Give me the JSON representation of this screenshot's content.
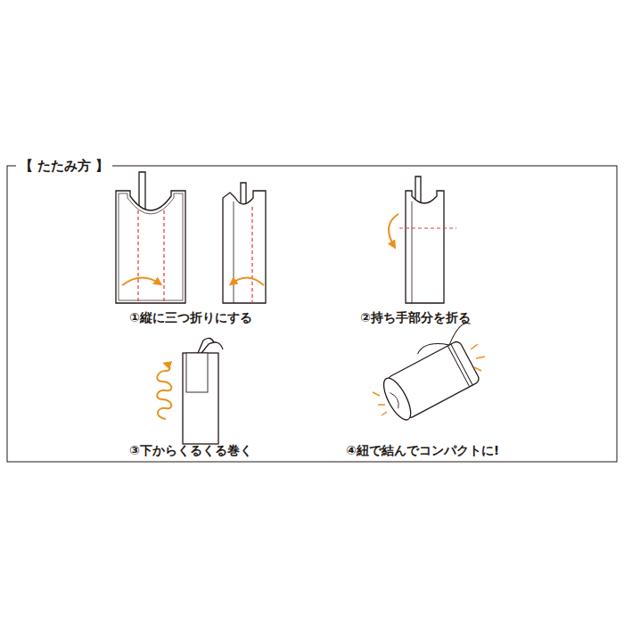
{
  "diagram": {
    "title": "【 たたみ方 】",
    "labels": [
      "①縦に三つ折りにする",
      "②持ち手部分を折る",
      "③下からくるくる巻く",
      "④紐で結んでコンパクトに!"
    ]
  }
}
